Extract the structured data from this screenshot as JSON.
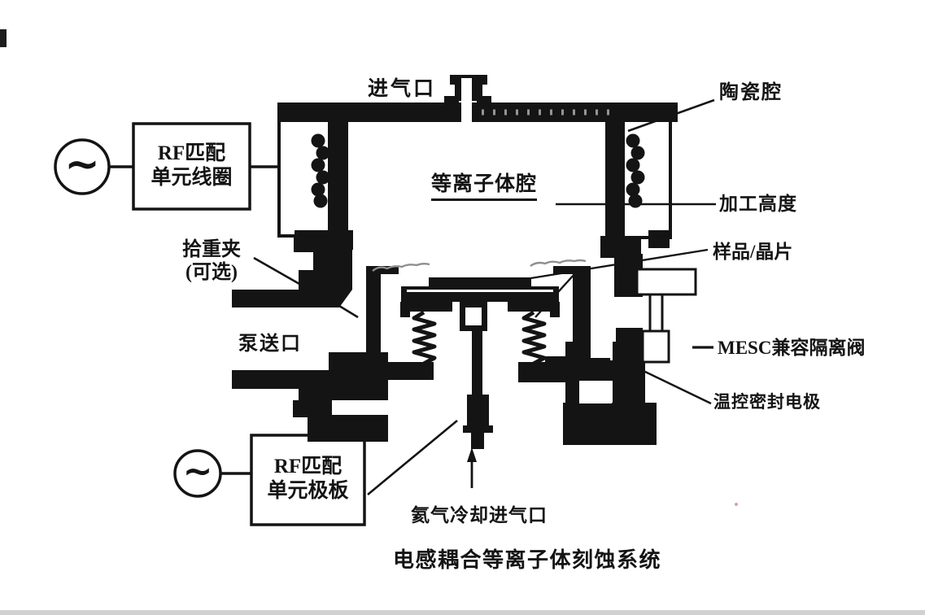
{
  "diagram": {
    "caption": "电感耦合等离子体刻蚀系统",
    "labels": {
      "gas_inlet": "进气口",
      "ceramic_chamber": "陶瓷腔",
      "plasma_chamber": "等离子体腔",
      "processing_height": "加工高度",
      "sample_wafer": "样品/晶片",
      "lift_clamp": "拾重夹",
      "lift_clamp_optional": "(可选)",
      "pump_port": "泵送口",
      "mesc_valve": "MESC兼容隔离阀",
      "temp_sealed_electrode": "温控密封电极",
      "helium_cooling_inlet": "氦气冷却进气口"
    },
    "boxes": {
      "rf_coil_line1": "RF匹配",
      "rf_coil_line2": "单元线圈",
      "rf_plate_line1": "RF匹配",
      "rf_plate_line2": "单元极板"
    },
    "symbols": {
      "ac_source": "~"
    },
    "colors": {
      "ink": "#141414",
      "background": "#ffffff"
    }
  }
}
